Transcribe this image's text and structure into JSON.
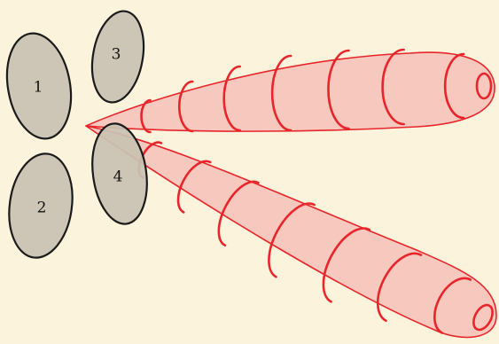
{
  "diagram": {
    "background": "#fbf3dc",
    "plates": [
      {
        "label": "1"
      },
      {
        "label": "2"
      },
      {
        "label": "3"
      },
      {
        "label": "4"
      }
    ],
    "beams": [
      {
        "color": "#e8252a",
        "fill": "#f6c0b8"
      },
      {
        "color": "#e8252a",
        "fill": "#f6c0b8"
      }
    ]
  }
}
